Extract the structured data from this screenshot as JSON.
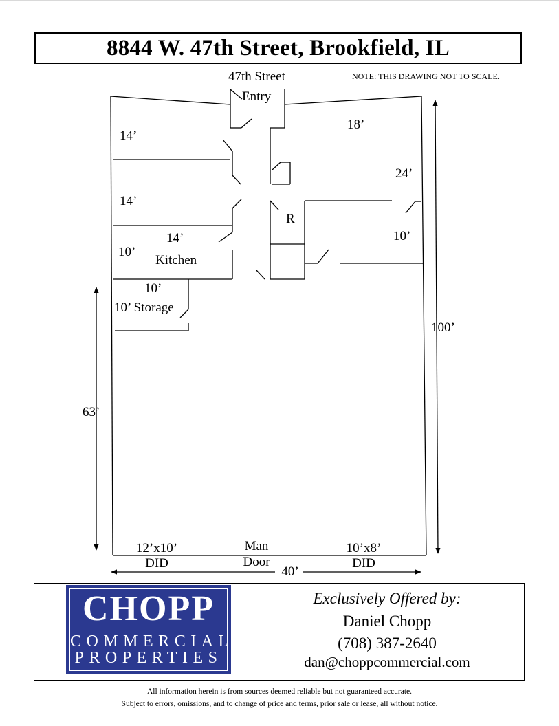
{
  "title": "8844 W. 47th Street, Brookfield, IL",
  "note": "NOTE:  THIS DRAWING NOT TO SCALE.",
  "floor_plan": {
    "street_label": "47th Street",
    "entry_label": "Entry",
    "dimensions": {
      "room1_depth": "14’",
      "room2_depth": "14’",
      "kitchen_width": "14’",
      "kitchen_depth": "10’",
      "storage_width": "10’",
      "storage_depth": "10’",
      "right_office_width": "18’",
      "right_office_depth": "24’",
      "right_small_depth": "10’",
      "left_wall_length": "63’",
      "right_wall_length": "100’",
      "front_width": "40’"
    },
    "rooms": {
      "kitchen": "Kitchen",
      "storage": "Storage",
      "restroom": "R"
    },
    "doors": {
      "left_did_size": "12’x10’",
      "left_did_label": "DID",
      "man_door_line1": "Man",
      "man_door_line2": "Door",
      "right_did_size": "10’x8’",
      "right_did_label": "DID"
    }
  },
  "footer": {
    "logo": {
      "line1": "CHOPP",
      "line2": "COMMERCIAL",
      "line3": "PROPERTIES",
      "color": "#2b3990"
    },
    "offered_by": "Exclusively Offered by:",
    "agent_name": "Daniel Chopp",
    "phone": "(708) 387-2640",
    "email": "dan@choppcommercial.com"
  },
  "disclaimer": {
    "line1": "All information herein is from sources deemed reliable but not guaranteed accurate.",
    "line2": "Subject to errors, omissions, and to change of price and terms, prior sale or lease, all without notice."
  }
}
